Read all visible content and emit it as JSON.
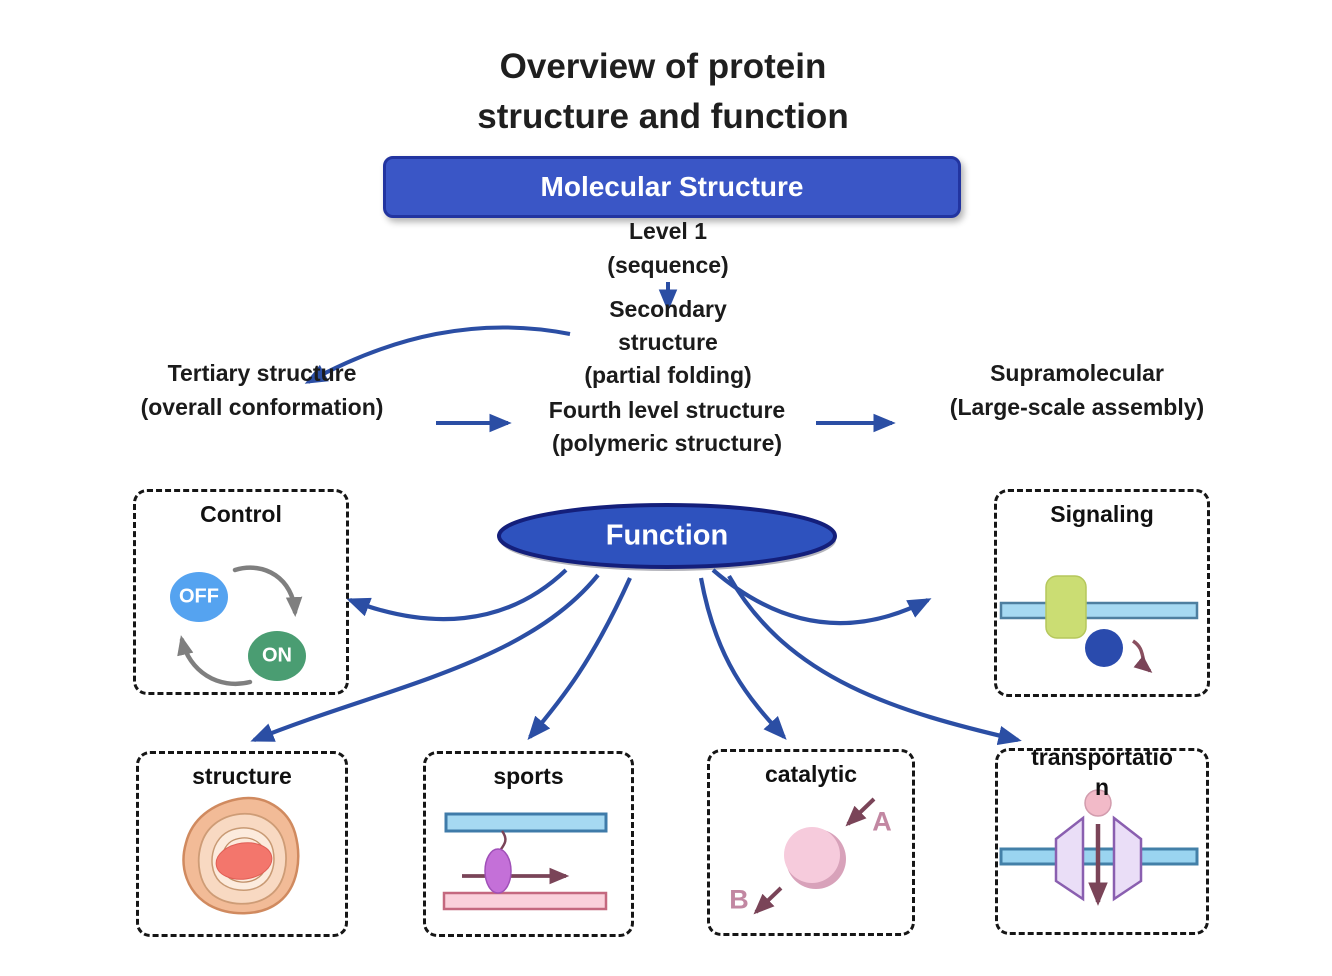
{
  "title": {
    "line1": "Overview of protein",
    "line2": "structure and function"
  },
  "molecular_structure": {
    "label": "Molecular Structure"
  },
  "levels": {
    "level1": {
      "line1": "Level 1",
      "line2": "(sequence)"
    },
    "secondary": {
      "line1": "Secondary",
      "line2": "structure",
      "line3": "(partial folding)"
    },
    "tertiary": {
      "line1": "Tertiary structure",
      "line2": "(overall conformation)"
    },
    "fourth": {
      "line1": "Fourth level structure",
      "line2": "(polymeric structure)"
    },
    "supramolecular": {
      "line1": "Supramolecular",
      "line2": "(Large-scale assembly)"
    }
  },
  "function_node": {
    "label": "Function"
  },
  "boxes": {
    "control": {
      "title": "Control",
      "off_label": "OFF",
      "on_label": "ON"
    },
    "signaling": {
      "title": "Signaling"
    },
    "structure": {
      "title": "structure"
    },
    "sports": {
      "title": "sports"
    },
    "catalytic": {
      "title": "catalytic",
      "label_a": "A",
      "label_b": "B"
    },
    "transportation": {
      "title_line1": "transportatio",
      "title_line2": "n"
    }
  },
  "icons": {
    "control": "on-off-cycle-icon",
    "signaling": "membrane-receptor-ligand-icon",
    "structure": "cell-blob-contours-icon",
    "sports": "motor-protein-membrane-icon",
    "catalytic": "enzyme-sphere-icon",
    "transportation": "membrane-channel-icon"
  },
  "colors": {
    "node_blue_fill": "#3A56C6",
    "node_blue_border": "#2234A0",
    "function_fill": "#2E52BE",
    "function_border": "#141F7B",
    "connector_blue": "#2B4EA4",
    "maroon_arrow": "#7A4458",
    "mauve_label": "#C287A2",
    "off_circle": "#55A3F0",
    "on_circle": "#4A9D72",
    "gray_arrow": "#7F7F7F",
    "membrane_blue": "#A6D9F2",
    "membrane_border": "#4380A8",
    "receptor_green": "#CBDD73",
    "ligand_blue": "#2A4BAD",
    "pink_bar": "#FAD0DB",
    "pink_bar_border": "#C4687F",
    "purple_ellipse": "#C470D8",
    "sphere_pink": "#F6CBDC",
    "sphere_pink_shade": "#D8A2BA",
    "trapezoid_purple": "#EADEF7",
    "trapezoid_border": "#8A5FB0",
    "blob_outer": "#F2BB97",
    "blob_center": "#F3766C",
    "text_dark": "#1b1b1b"
  }
}
